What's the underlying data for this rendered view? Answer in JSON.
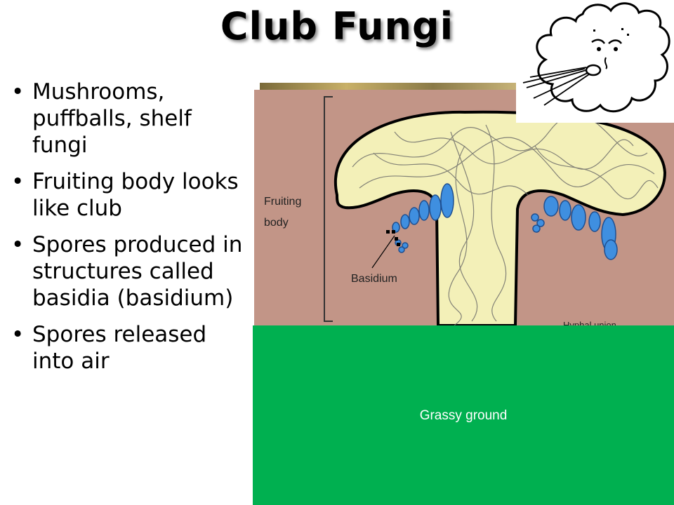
{
  "slide": {
    "title": "Club Fungi",
    "bullets": [
      {
        "text": "Mushrooms, puffballs, shelf fungi"
      },
      {
        "text": "Fruiting body looks like club"
      },
      {
        "text": "Spores produced in structures called basidia (basidium)"
      },
      {
        "text": "Spores released into air"
      }
    ],
    "bullet_glyph": "•"
  },
  "diagram": {
    "fruiting_body_line1": "Fruiting",
    "fruiting_body_line2": "body",
    "basidium_label": "Basidium",
    "hyphae_label_partial": "Hyphal union"
  },
  "ground": {
    "label": "Grassy ground",
    "color": "#00b050"
  },
  "colors": {
    "diagram_bg": "#c29587",
    "cap_fill": "#f3f0b8",
    "spore_fill": "#3f8fe0"
  },
  "icons": {
    "wind": "wind-cloud-face-icon"
  }
}
